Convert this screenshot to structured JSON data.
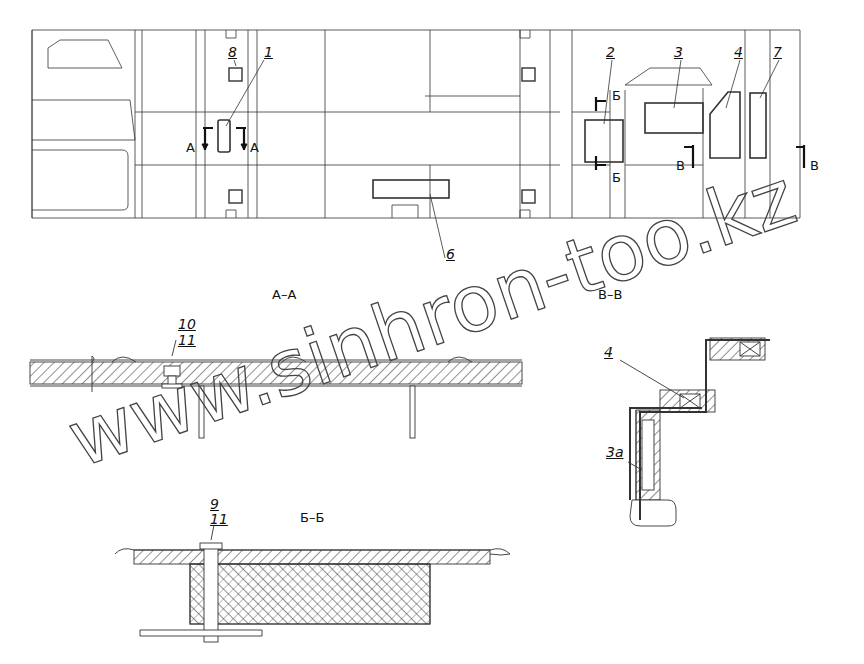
{
  "diagram": {
    "labels": [
      "8",
      "1",
      "2",
      "3",
      "4",
      "7",
      "6",
      "А",
      "А",
      "Б",
      "Б",
      "В",
      "В",
      "А–А",
      "В–В",
      "10",
      "11",
      "4",
      "3а",
      "Б–Б",
      "9",
      "11",
      "www.sinhron-too.kz"
    ]
  }
}
